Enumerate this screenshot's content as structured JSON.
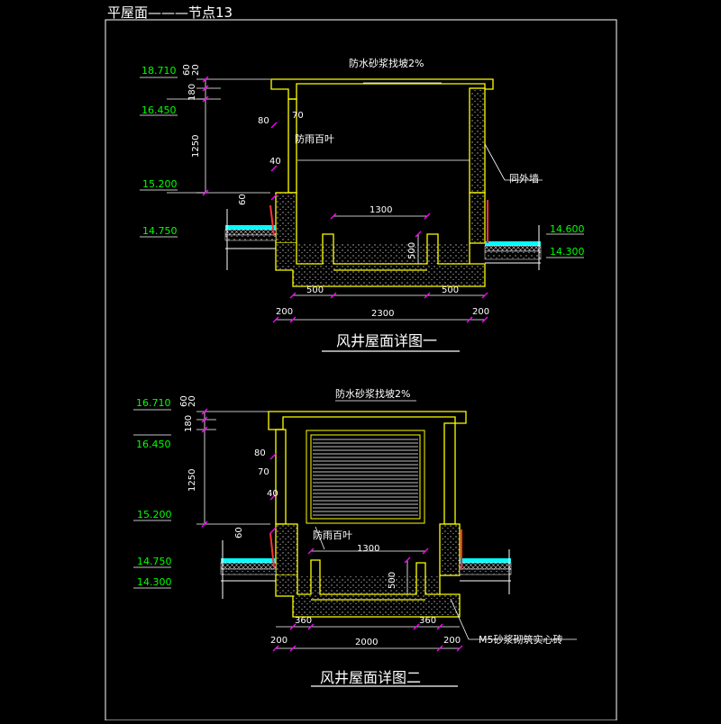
{
  "title": "平屋面———节点13",
  "colors": {
    "background": "#000000",
    "frame": "#ffffff",
    "wall": "#ffff00",
    "text": "#ffffff",
    "level": "#00ff00",
    "dimension": "#ff00ff",
    "insulation": "#00ffff",
    "finish": "#ff3333"
  },
  "detail1": {
    "caption": "风井屋面详图一",
    "note_top": "防水砂浆找坡2%",
    "note_louver": "防雨百叶",
    "note_wall": "同外墙",
    "levels": [
      "18.710",
      "16.450",
      "15.200",
      "14.750",
      "14.600",
      "14.300"
    ],
    "dims": {
      "d60": "60",
      "d20": "20",
      "d180": "180",
      "d1250": "1250",
      "d80": "80",
      "d70": "70",
      "d40": "40",
      "d60b": "60",
      "d1300": "1300",
      "d500h": "500",
      "d500l": "500",
      "d500r": "500",
      "d200l": "200",
      "d2300": "2300",
      "d200r": "200"
    }
  },
  "detail2": {
    "caption": "风井屋面详图二",
    "note_top": "防水砂浆找坡2%",
    "note_louver": "防雨百叶",
    "note_brick": "M5砂浆砌筑实心砖",
    "levels": [
      "16.710",
      "16.450",
      "15.200",
      "14.750",
      "14.300"
    ],
    "dims": {
      "d60": "60",
      "d20": "20",
      "d180": "180",
      "d1250": "1250",
      "d80": "80",
      "d70": "70",
      "d40": "40",
      "d60b": "60",
      "d1300": "1300",
      "d500h": "500",
      "d360l": "360",
      "d360r": "360",
      "d200l": "200",
      "d2000": "2000",
      "d200r": "200"
    }
  }
}
